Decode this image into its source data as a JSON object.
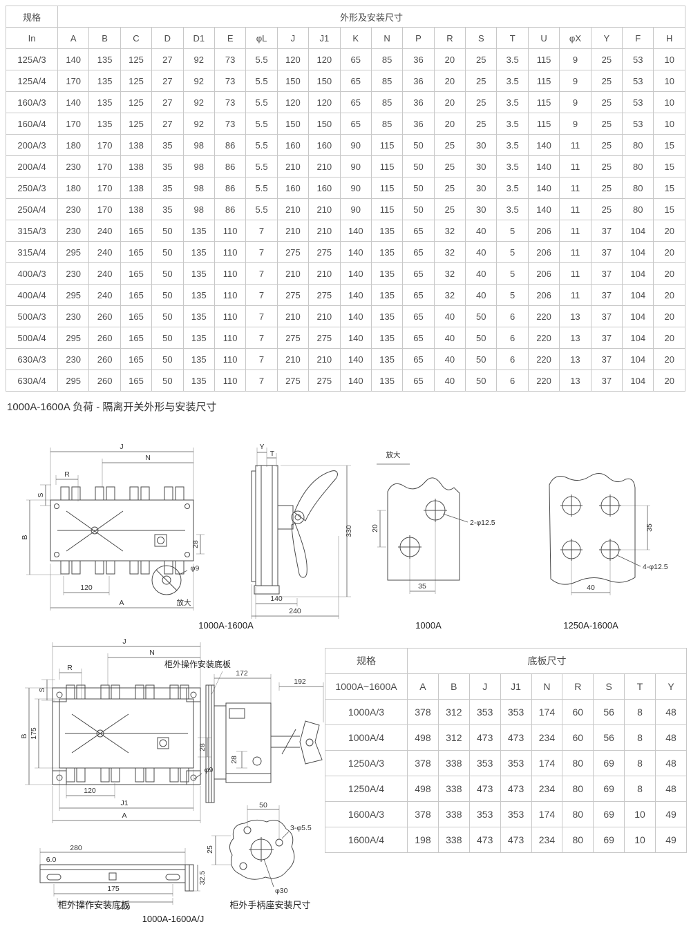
{
  "main_table": {
    "spec_header": "规格",
    "dims_header": "外形及安装尺寸",
    "columns": [
      "In",
      "A",
      "B",
      "C",
      "D",
      "D1",
      "E",
      "φL",
      "J",
      "J1",
      "K",
      "N",
      "P",
      "R",
      "S",
      "T",
      "U",
      "φX",
      "Y",
      "F",
      "H"
    ],
    "rows": [
      [
        "125A/3",
        "140",
        "135",
        "125",
        "27",
        "92",
        "73",
        "5.5",
        "120",
        "120",
        "65",
        "85",
        "36",
        "20",
        "25",
        "3.5",
        "115",
        "9",
        "25",
        "53",
        "10"
      ],
      [
        "125A/4",
        "170",
        "135",
        "125",
        "27",
        "92",
        "73",
        "5.5",
        "150",
        "150",
        "65",
        "85",
        "36",
        "20",
        "25",
        "3.5",
        "115",
        "9",
        "25",
        "53",
        "10"
      ],
      [
        "160A/3",
        "140",
        "135",
        "125",
        "27",
        "92",
        "73",
        "5.5",
        "120",
        "120",
        "65",
        "85",
        "36",
        "20",
        "25",
        "3.5",
        "115",
        "9",
        "25",
        "53",
        "10"
      ],
      [
        "160A/4",
        "170",
        "135",
        "125",
        "27",
        "92",
        "73",
        "5.5",
        "150",
        "150",
        "65",
        "85",
        "36",
        "20",
        "25",
        "3.5",
        "115",
        "9",
        "25",
        "53",
        "10"
      ],
      [
        "200A/3",
        "180",
        "170",
        "138",
        "35",
        "98",
        "86",
        "5.5",
        "160",
        "160",
        "90",
        "115",
        "50",
        "25",
        "30",
        "3.5",
        "140",
        "11",
        "25",
        "80",
        "15"
      ],
      [
        "200A/4",
        "230",
        "170",
        "138",
        "35",
        "98",
        "86",
        "5.5",
        "210",
        "210",
        "90",
        "115",
        "50",
        "25",
        "30",
        "3.5",
        "140",
        "11",
        "25",
        "80",
        "15"
      ],
      [
        "250A/3",
        "180",
        "170",
        "138",
        "35",
        "98",
        "86",
        "5.5",
        "160",
        "160",
        "90",
        "115",
        "50",
        "25",
        "30",
        "3.5",
        "140",
        "11",
        "25",
        "80",
        "15"
      ],
      [
        "250A/4",
        "230",
        "170",
        "138",
        "35",
        "98",
        "86",
        "5.5",
        "210",
        "210",
        "90",
        "115",
        "50",
        "25",
        "30",
        "3.5",
        "140",
        "11",
        "25",
        "80",
        "15"
      ],
      [
        "315A/3",
        "230",
        "240",
        "165",
        "50",
        "135",
        "110",
        "7",
        "210",
        "210",
        "140",
        "135",
        "65",
        "32",
        "40",
        "5",
        "206",
        "11",
        "37",
        "104",
        "20"
      ],
      [
        "315A/4",
        "295",
        "240",
        "165",
        "50",
        "135",
        "110",
        "7",
        "275",
        "275",
        "140",
        "135",
        "65",
        "32",
        "40",
        "5",
        "206",
        "11",
        "37",
        "104",
        "20"
      ],
      [
        "400A/3",
        "230",
        "240",
        "165",
        "50",
        "135",
        "110",
        "7",
        "210",
        "210",
        "140",
        "135",
        "65",
        "32",
        "40",
        "5",
        "206",
        "11",
        "37",
        "104",
        "20"
      ],
      [
        "400A/4",
        "295",
        "240",
        "165",
        "50",
        "135",
        "110",
        "7",
        "275",
        "275",
        "140",
        "135",
        "65",
        "32",
        "40",
        "5",
        "206",
        "11",
        "37",
        "104",
        "20"
      ],
      [
        "500A/3",
        "230",
        "260",
        "165",
        "50",
        "135",
        "110",
        "7",
        "210",
        "210",
        "140",
        "135",
        "65",
        "40",
        "50",
        "6",
        "220",
        "13",
        "37",
        "104",
        "20"
      ],
      [
        "500A/4",
        "295",
        "260",
        "165",
        "50",
        "135",
        "110",
        "7",
        "275",
        "275",
        "140",
        "135",
        "65",
        "40",
        "50",
        "6",
        "220",
        "13",
        "37",
        "104",
        "20"
      ],
      [
        "630A/3",
        "230",
        "260",
        "165",
        "50",
        "135",
        "110",
        "7",
        "210",
        "210",
        "140",
        "135",
        "65",
        "40",
        "50",
        "6",
        "220",
        "13",
        "37",
        "104",
        "20"
      ],
      [
        "630A/4",
        "295",
        "260",
        "165",
        "50",
        "135",
        "110",
        "7",
        "275",
        "275",
        "140",
        "135",
        "65",
        "40",
        "50",
        "6",
        "220",
        "13",
        "37",
        "104",
        "20"
      ]
    ]
  },
  "section_title": "1000A-1600A 负荷 - 隔离开关外形与安装尺寸",
  "figures": {
    "front_top": {
      "dims": {
        "J": "J",
        "N": "N",
        "R": "R",
        "S": "S",
        "B": "B",
        "d28": "28",
        "phi9": "φ9",
        "d120": "120",
        "A": "A",
        "zoom": "放大"
      }
    },
    "side_top": {
      "caption": "1000A-1600A",
      "dims": {
        "Y": "Y",
        "T": "T",
        "d330": "330",
        "d140": "140",
        "d240": "240"
      }
    },
    "hole_detail_1000": {
      "title": "放大",
      "caption": "1000A",
      "dims": {
        "d20": "20",
        "d35": "35",
        "holes": "2-φ12.5"
      }
    },
    "hole_detail_1250_1600": {
      "caption": "1250A-1600A",
      "dims": {
        "d35": "35",
        "d40": "40",
        "holes": "4-φ12.5"
      }
    },
    "front_bottom": {
      "caption": "1000A-1600A/J",
      "dims": {
        "J": "J",
        "N": "N",
        "R": "R",
        "S": "S",
        "B": "B",
        "d175": "175",
        "d28": "28",
        "phi9": "φ9",
        "d120": "120",
        "J1": "J1",
        "A": "A"
      }
    },
    "base_strip": {
      "caption": "柜外操作安装底板",
      "dims": {
        "d280": "280",
        "d6": "6.0",
        "d175": "175",
        "d14": "14.0",
        "d32_5": "32.5"
      }
    },
    "side_bottom": {
      "label": "柜外操作安装底板",
      "dims": {
        "d172": "172",
        "d192": "192",
        "d28": "28"
      }
    },
    "handle_base": {
      "caption": "柜外手柄座安装尺寸",
      "dims": {
        "d50": "50",
        "d25": "25",
        "holes": "3-φ5.5",
        "phi30": "φ30"
      }
    }
  },
  "base_table": {
    "spec_header": "规格",
    "dims_header": "底板尺寸",
    "columns": [
      "1000A~1600A",
      "A",
      "B",
      "J",
      "J1",
      "N",
      "R",
      "S",
      "T",
      "Y"
    ],
    "rows": [
      [
        "1000A/3",
        "378",
        "312",
        "353",
        "353",
        "174",
        "60",
        "56",
        "8",
        "48"
      ],
      [
        "1000A/4",
        "498",
        "312",
        "473",
        "473",
        "234",
        "60",
        "56",
        "8",
        "48"
      ],
      [
        "1250A/3",
        "378",
        "338",
        "353",
        "353",
        "174",
        "80",
        "69",
        "8",
        "48"
      ],
      [
        "1250A/4",
        "498",
        "338",
        "473",
        "473",
        "234",
        "80",
        "69",
        "8",
        "48"
      ],
      [
        "1600A/3",
        "378",
        "338",
        "353",
        "353",
        "174",
        "80",
        "69",
        "10",
        "49"
      ],
      [
        "1600A/4",
        "198",
        "338",
        "473",
        "473",
        "234",
        "80",
        "69",
        "10",
        "49"
      ]
    ]
  }
}
